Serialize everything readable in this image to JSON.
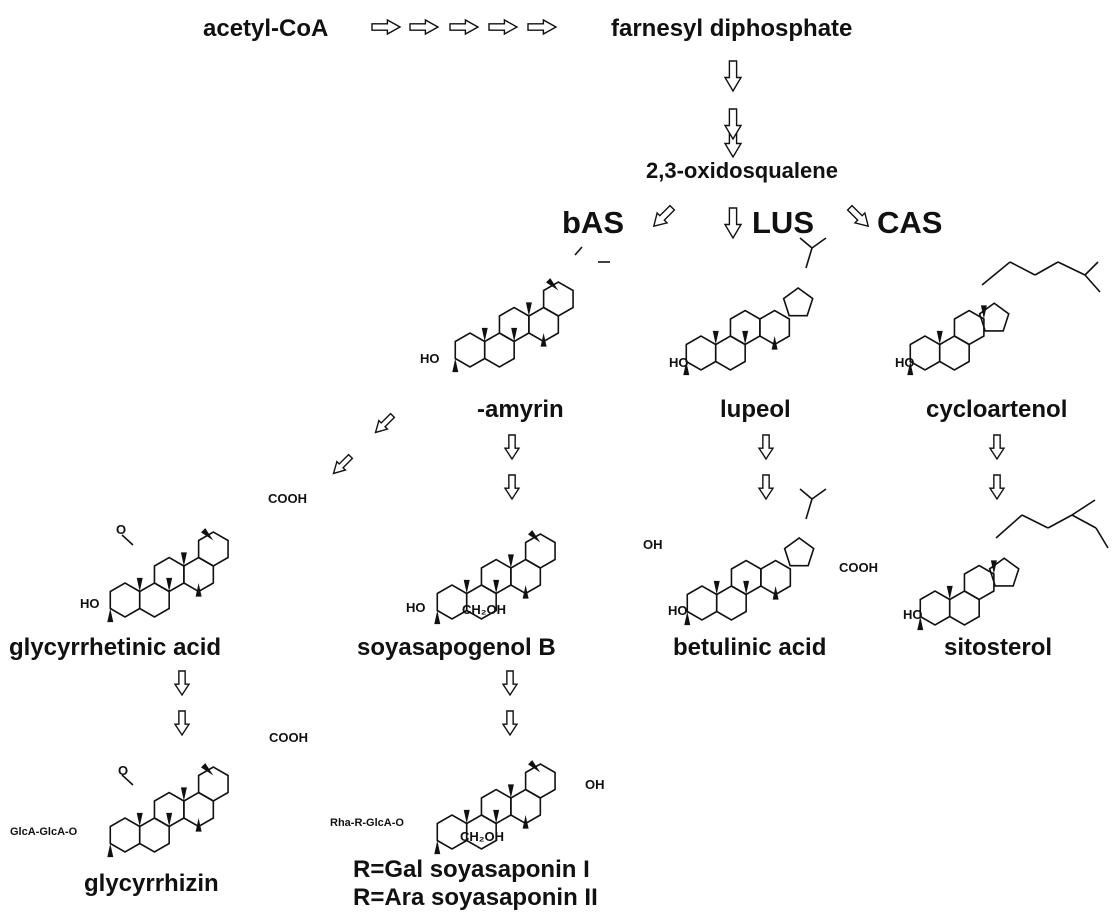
{
  "pathway": {
    "start": "acetyl-CoA",
    "fpp": "farnesyl diphosphate",
    "oxido": "2,3-oxidosqualene"
  },
  "enzymes": {
    "bas": "bAS",
    "lus": "LUS",
    "cas": "CAS"
  },
  "compounds": {
    "amyrin": "-amyrin",
    "lupeol": "lupeol",
    "cycloartenol": "cycloartenol",
    "glycyrrhetinic": "glycyrrhetinic acid",
    "soyasapogenol": "soyasapogenol B",
    "betulinic": "betulinic acid",
    "sitosterol": "sitosterol",
    "glycyrrhizin": "glycyrrhizin",
    "soyasaponin1": "R=Gal  soyasaponin I",
    "soyasaponin2": "R=Ara  soyasaponin II"
  },
  "groups": {
    "ho": "HO",
    "cooh": "COOH",
    "oh": "OH",
    "o": "O",
    "ch2oh": "CH₂OH",
    "glca": "GlcA-GlcA-O",
    "rha": "Rha-R-GlcA-O"
  },
  "icons": [
    "hollow-arrow-right-icon",
    "hollow-arrow-down-icon",
    "hollow-arrow-diagonal-icon",
    "ring-skeleton-icon"
  ]
}
